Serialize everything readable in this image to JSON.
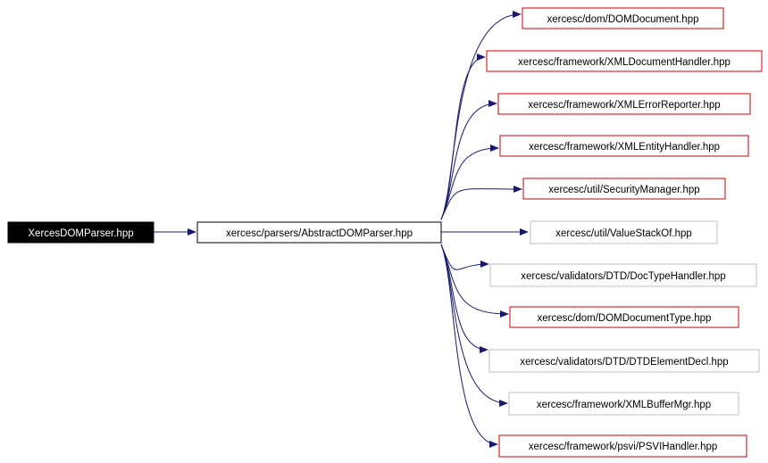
{
  "root": {
    "label": "XercesDOMParser.hpp"
  },
  "parser": {
    "label": "xercesc/parsers/AbstractDOMParser.hpp"
  },
  "deps": [
    {
      "label": "xercesc/dom/DOMDocument.hpp",
      "linked": true
    },
    {
      "label": "xercesc/framework/XMLDocumentHandler.hpp",
      "linked": true
    },
    {
      "label": "xercesc/framework/XMLErrorReporter.hpp",
      "linked": true
    },
    {
      "label": "xercesc/framework/XMLEntityHandler.hpp",
      "linked": true
    },
    {
      "label": "xercesc/util/SecurityManager.hpp",
      "linked": true
    },
    {
      "label": "xercesc/util/ValueStackOf.hpp",
      "linked": false
    },
    {
      "label": "xercesc/validators/DTD/DocTypeHandler.hpp",
      "linked": false
    },
    {
      "label": "xercesc/dom/DOMDocumentType.hpp",
      "linked": true
    },
    {
      "label": "xercesc/validators/DTD/DTDElementDecl.hpp",
      "linked": false
    },
    {
      "label": "xercesc/framework/XMLBufferMgr.hpp",
      "linked": false
    },
    {
      "label": "xercesc/framework/psvi/PSVIHandler.hpp",
      "linked": true
    }
  ],
  "colors": {
    "edge": "#191970",
    "linked_border": "#cc0000",
    "unlinked_border": "#bfbfbf",
    "root_fill": "#000000",
    "root_text": "#ffffff"
  }
}
